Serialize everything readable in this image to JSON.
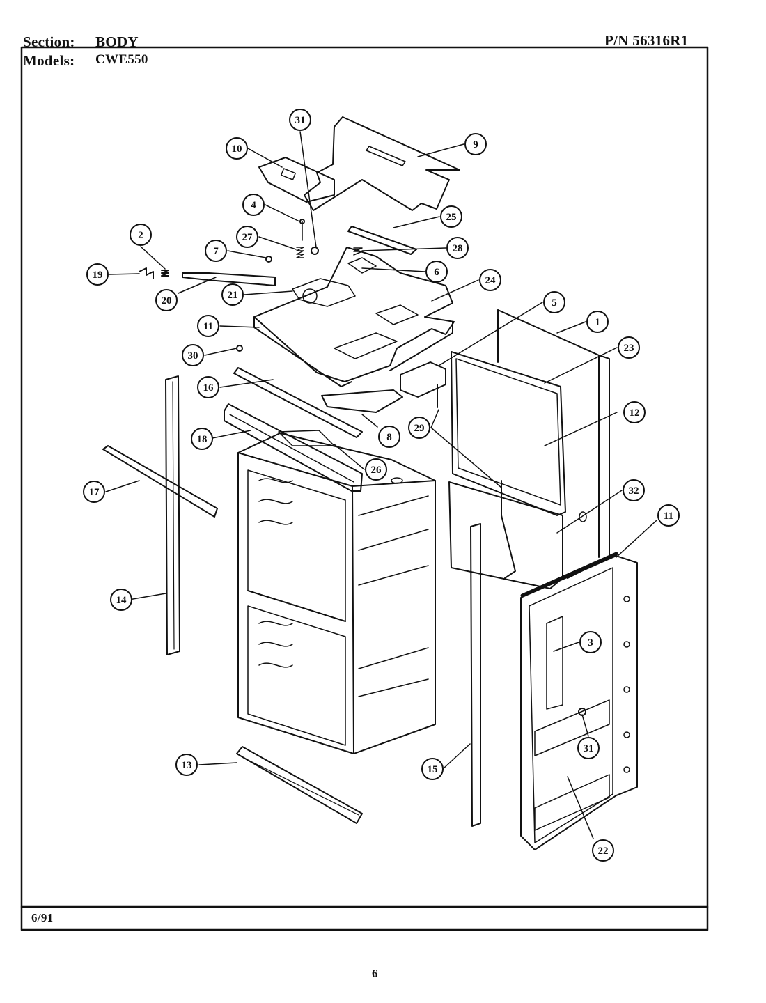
{
  "header": {
    "section_label": "Section:",
    "section_value": "BODY",
    "models_label": "Models:",
    "models_value": "CWE550",
    "part_number": "P/N 56316R1"
  },
  "footer": {
    "date": "6/91",
    "page_number": "6"
  },
  "callouts": [
    "31",
    "10",
    "9",
    "4",
    "25",
    "2",
    "27",
    "7",
    "28",
    "19",
    "6",
    "21",
    "20",
    "24",
    "5",
    "11",
    "1",
    "23",
    "30",
    "16",
    "8",
    "29",
    "12",
    "18",
    "26",
    "17",
    "32",
    "11",
    "14",
    "3",
    "31",
    "13",
    "15",
    "22"
  ]
}
